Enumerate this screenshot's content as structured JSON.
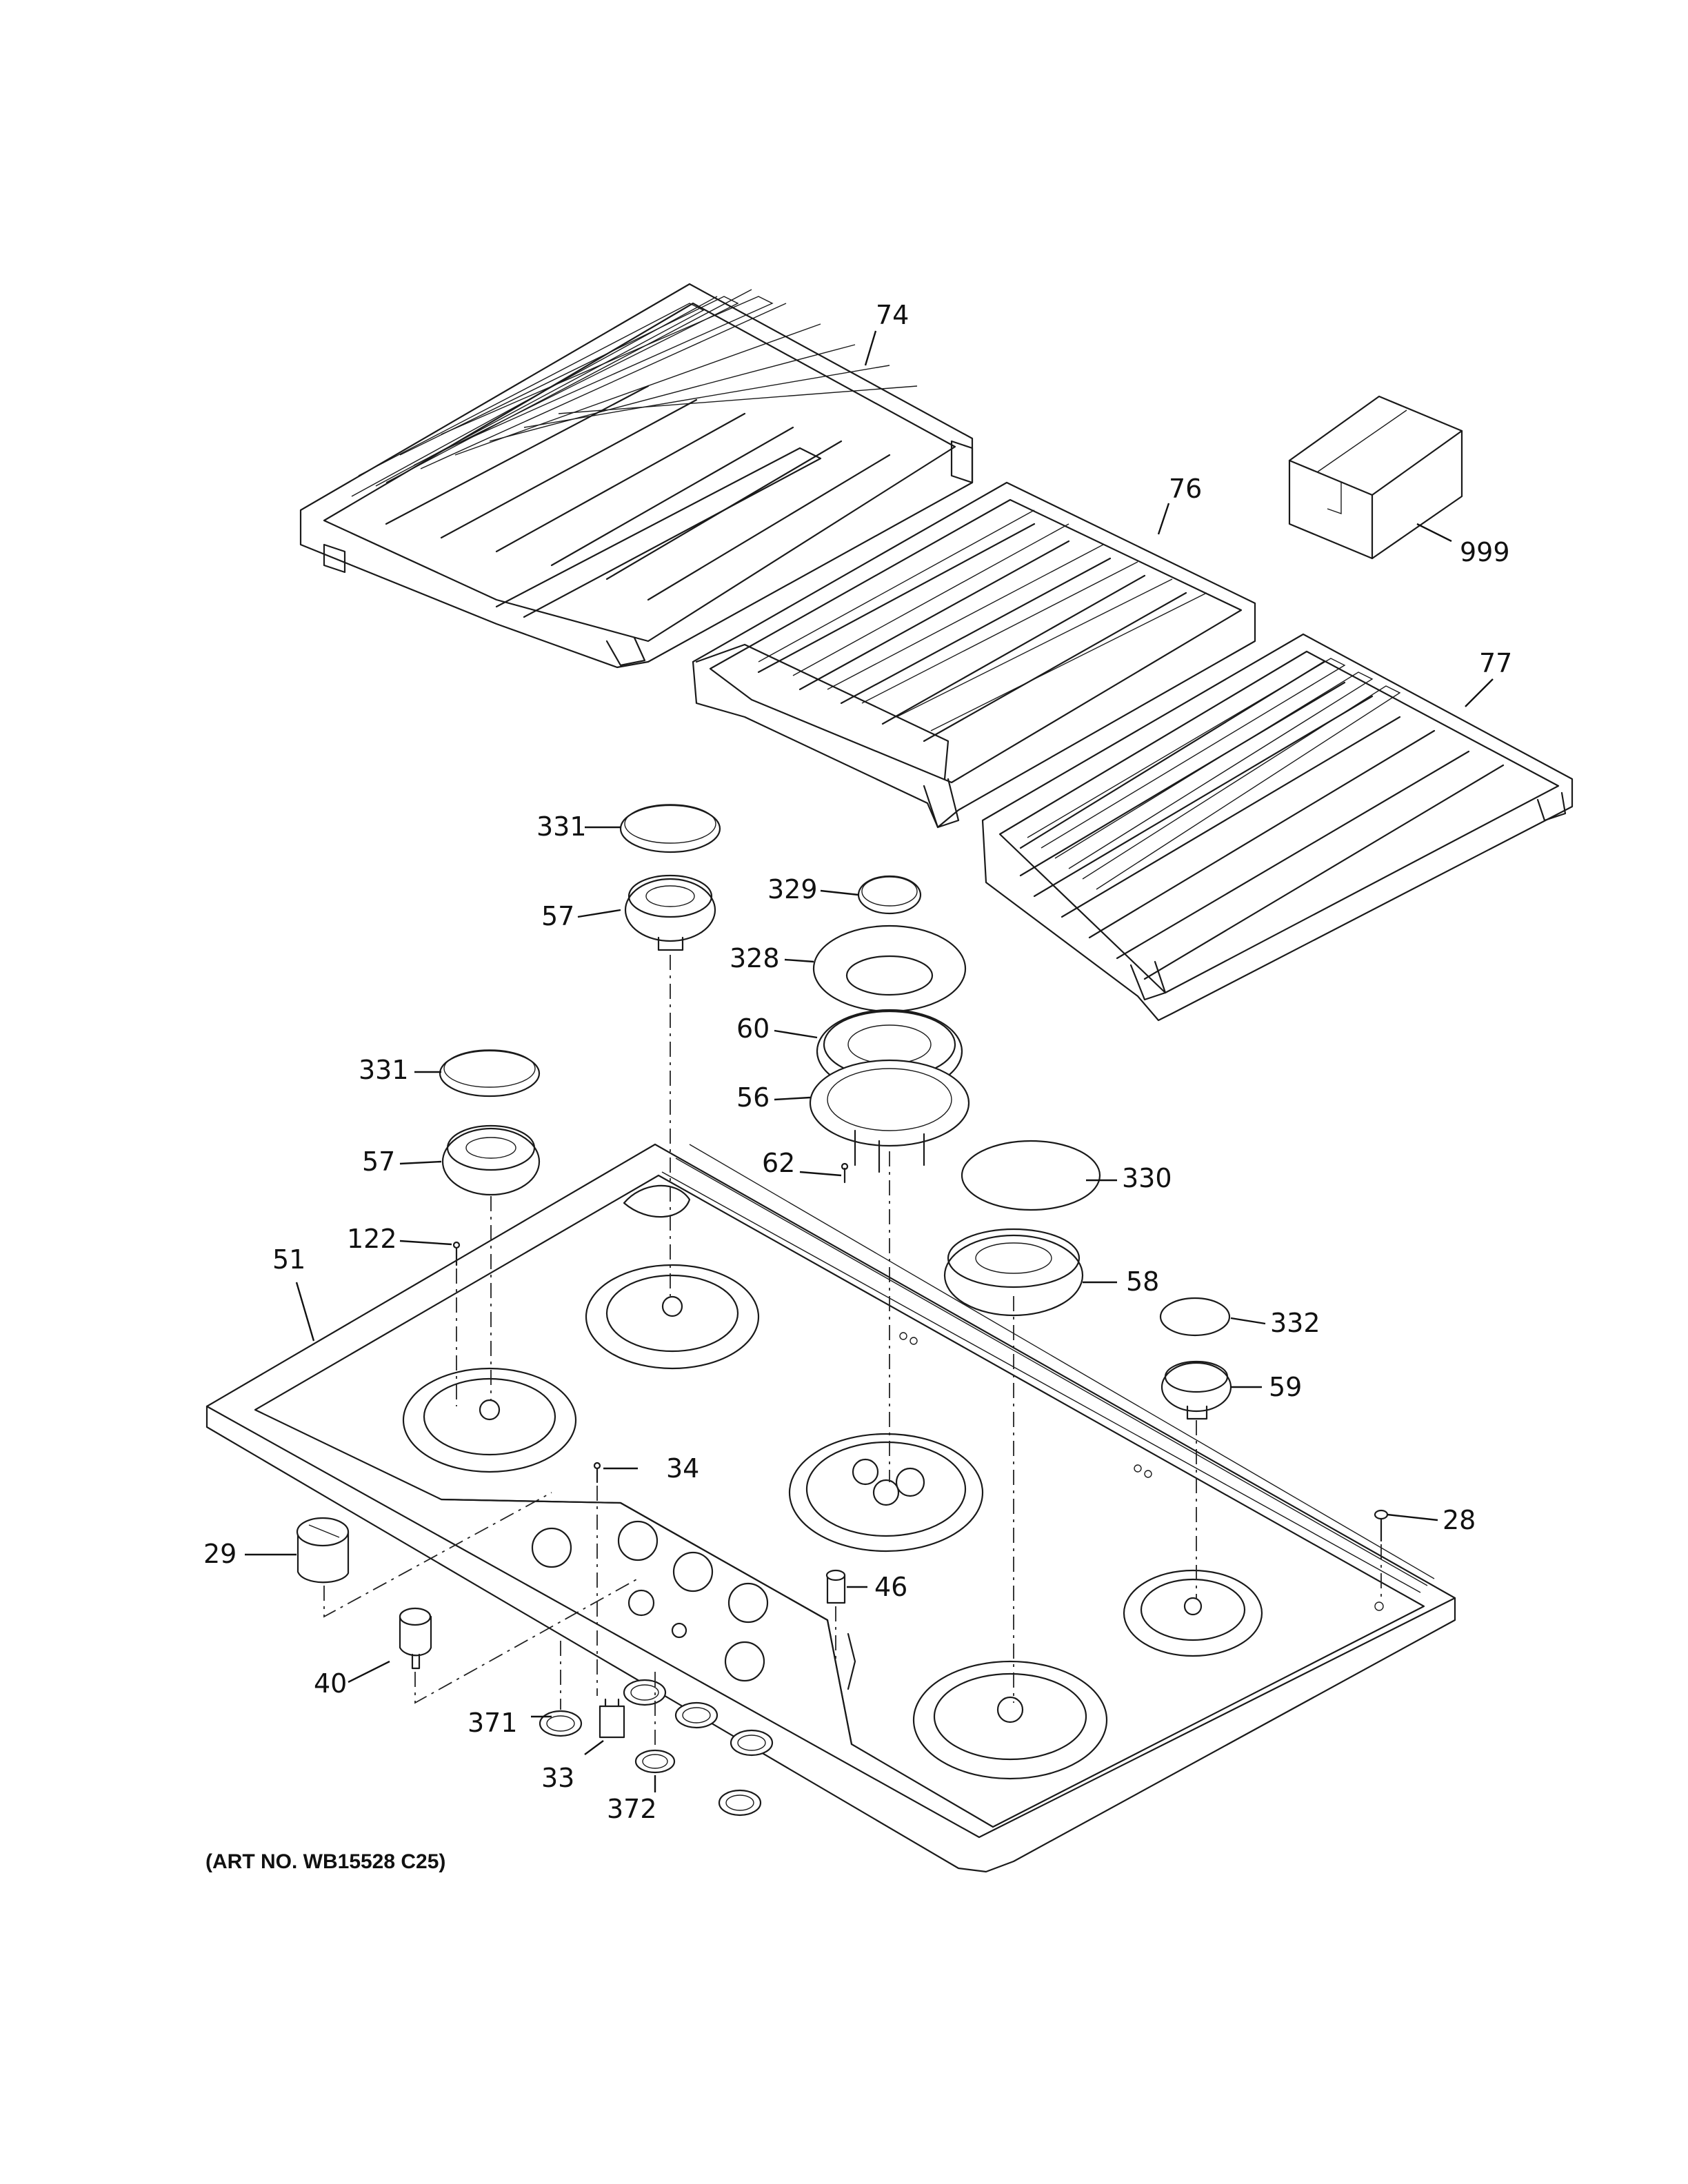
{
  "diagram": {
    "art_number": "(ART NO. WB15528 C25)",
    "parts": [
      {
        "id": "p74",
        "label": "74"
      },
      {
        "id": "p76",
        "label": "76"
      },
      {
        "id": "p999",
        "label": "999"
      },
      {
        "id": "p77",
        "label": "77"
      },
      {
        "id": "p331a",
        "label": "331"
      },
      {
        "id": "p57a",
        "label": "57"
      },
      {
        "id": "p329",
        "label": "329"
      },
      {
        "id": "p328",
        "label": "328"
      },
      {
        "id": "p60",
        "label": "60"
      },
      {
        "id": "p331b",
        "label": "331"
      },
      {
        "id": "p56",
        "label": "56"
      },
      {
        "id": "p57b",
        "label": "57"
      },
      {
        "id": "p62",
        "label": "62"
      },
      {
        "id": "p330",
        "label": "330"
      },
      {
        "id": "p122",
        "label": "122"
      },
      {
        "id": "p51",
        "label": "51"
      },
      {
        "id": "p58",
        "label": "58"
      },
      {
        "id": "p332",
        "label": "332"
      },
      {
        "id": "p59",
        "label": "59"
      },
      {
        "id": "p34",
        "label": "34"
      },
      {
        "id": "p28",
        "label": "28"
      },
      {
        "id": "p29",
        "label": "29"
      },
      {
        "id": "p46",
        "label": "46"
      },
      {
        "id": "p40",
        "label": "40"
      },
      {
        "id": "p371",
        "label": "371"
      },
      {
        "id": "p33",
        "label": "33"
      },
      {
        "id": "p372",
        "label": "372"
      }
    ]
  }
}
